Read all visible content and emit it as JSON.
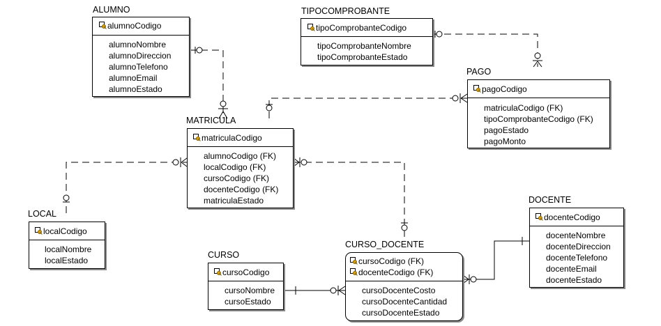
{
  "colors": {
    "line": "#000000",
    "box_shadow": "#888888",
    "key_gold": "#d4a21a"
  },
  "icons": {
    "primary_key": "key-icon"
  },
  "entities": {
    "alumno": {
      "name": "ALUMNO",
      "pk": [
        "alumnoCodigo"
      ],
      "attrs": [
        "alumnoNombre",
        "alumnoDireccion",
        "alumnoTelefono",
        "alumnoEmail",
        "alumnoEstado"
      ]
    },
    "tipocomprobante": {
      "name": "TIPOCOMPROBANTE",
      "pk": [
        "tipoComprobanteCodigo"
      ],
      "attrs": [
        "tipoComprobanteNombre",
        "tipoComprobanteEstado"
      ]
    },
    "pago": {
      "name": "PAGO",
      "pk": [
        "pagoCodigo"
      ],
      "attrs": [
        "matriculaCodigo (FK)",
        "tipoComprobanteCodigo (FK)",
        "pagoEstado",
        "pagoMonto"
      ]
    },
    "matricula": {
      "name": "MATRICULA",
      "pk": [
        "matriculaCodigo"
      ],
      "attrs": [
        "alumnoCodigo (FK)",
        "localCodigo (FK)",
        "cursoCodigo (FK)",
        "docenteCodigo (FK)",
        "matriculaEstado"
      ]
    },
    "local": {
      "name": "LOCAL",
      "pk": [
        "localCodigo"
      ],
      "attrs": [
        "localNombre",
        "localEstado"
      ]
    },
    "docente": {
      "name": "DOCENTE",
      "pk": [
        "docenteCodigo"
      ],
      "attrs": [
        "docenteNombre",
        "docenteDireccion",
        "docenteTelefono",
        "docenteEmail",
        "docenteEstado"
      ]
    },
    "curso": {
      "name": "CURSO",
      "pk": [
        "cursoCodigo"
      ],
      "attrs": [
        "cursoNombre",
        "cursoEstado"
      ]
    },
    "curso_docente": {
      "name": "CURSO_DOCENTE",
      "pk": [
        "cursoCodigo (FK)",
        "docenteCodigo (FK)"
      ],
      "attrs": [
        "cursoDocenteCosto",
        "cursoDocenteCantidad",
        "cursoDocenteEstado"
      ]
    }
  },
  "relationships": [
    {
      "from": "alumno",
      "to": "matricula",
      "style": "dashed"
    },
    {
      "from": "tipocomprobante",
      "to": "pago",
      "style": "dashed"
    },
    {
      "from": "matricula",
      "to": "pago",
      "style": "dashed"
    },
    {
      "from": "local",
      "to": "matricula",
      "style": "dashed"
    },
    {
      "from": "curso_docente",
      "to": "matricula",
      "style": "dashed"
    },
    {
      "from": "curso",
      "to": "curso_docente",
      "style": "solid"
    },
    {
      "from": "docente",
      "to": "curso_docente",
      "style": "solid"
    }
  ]
}
